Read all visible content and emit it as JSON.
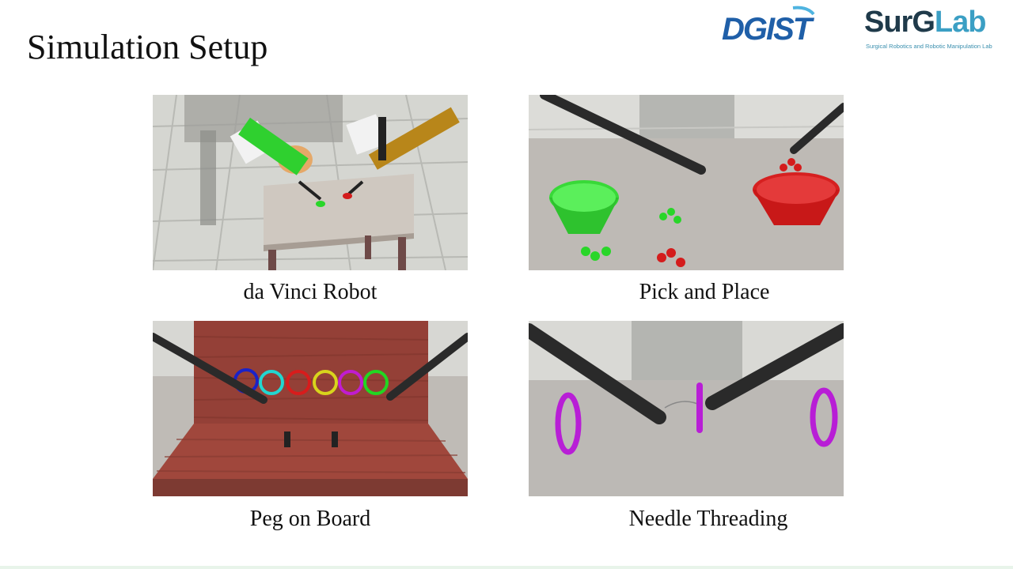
{
  "slide": {
    "title": "Simulation Setup"
  },
  "logos": {
    "dgist": "DGIST",
    "surglab_main_a": "SurG",
    "surglab_main_b": "Lab",
    "surglab_sub": "Surgical Robotics and Robotic Manipulation Lab"
  },
  "panels": [
    {
      "caption": "da Vinci Robot"
    },
    {
      "caption": "Pick and Place"
    },
    {
      "caption": "Peg on Board"
    },
    {
      "caption": "Needle Threading"
    }
  ],
  "colors": {
    "dgist_blue": "#1f5fa8",
    "surg_dark": "#1f3a4a",
    "lab_teal": "#3b9fc4",
    "green": "#29d629",
    "red": "#d41c1c",
    "magenta": "#b81ed6",
    "gold": "#b8861a",
    "wood": "#9a3f35"
  }
}
